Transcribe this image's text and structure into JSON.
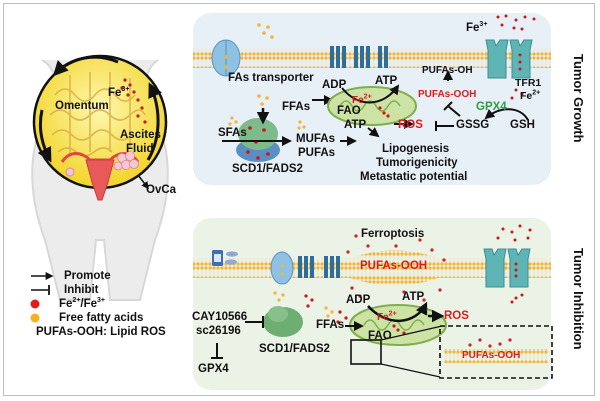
{
  "left": {
    "labels": {
      "omentum": "Omentum",
      "fe3": "Fe",
      "fe3_sup": "3+",
      "ascites": "Ascites",
      "fluid": "Fluid",
      "ovca": "OvCa"
    },
    "legend": {
      "promote": "Promote",
      "inhibit": "Inhibit",
      "iron": "Fe",
      "iron_sup1": "2+",
      "iron_mid": "/Fe",
      "iron_sup2": "3+",
      "ffa": "Free fatty acids",
      "pufa_ooh": "PUFAs-OOH:  Lipid ROS"
    },
    "colors": {
      "iron": "#e31b1b",
      "ffa": "#f5b21e"
    }
  },
  "tumor_growth": {
    "side_label": "Tumor Growth",
    "fas_transporter": "FAs transporter",
    "adp": "ADP",
    "atp_top": "ATP",
    "ffas": "FFAs",
    "fao": "FAO",
    "fe2": "Fe",
    "fe2_sup": "2+",
    "atp_mid": "ATP",
    "ros": "ROS",
    "sfas": "SFAs",
    "mufas": "MUFAs",
    "pufas": "PUFAs",
    "enzyme": "SCD1/FADS2",
    "outcomes": [
      "Lipogenesis",
      "Tumorigenicity",
      "Metastatic potential"
    ],
    "pufas_oh": "PUFAs-OH",
    "pufas_ooh": "PUFAs-OOH",
    "gpx4": "GPX4",
    "gssg": "GSSG",
    "gsh": "GSH",
    "fe3": "Fe",
    "fe3_sup": "3+",
    "tfr1": "TFR1",
    "fe2b": "Fe",
    "fe2b_sup": "2+"
  },
  "tumor_inhibition": {
    "side_label": "Tumor Inhibition",
    "ferroptosis": "Ferroptosis",
    "pufas_ooh": "PUFAs-OOH",
    "inhibitor1": "CAY10566",
    "inhibitor2": "sc26196",
    "gpx4": "GPX4",
    "enzyme": "SCD1/FADS2",
    "ffas": "FFAs",
    "adp": "ADP",
    "atp": "ATP",
    "fe2": "Fe",
    "fe2_sup": "2+",
    "fao": "FAO",
    "ros": "ROS",
    "inset_pufas_ooh": "PUFAs-OOH"
  }
}
